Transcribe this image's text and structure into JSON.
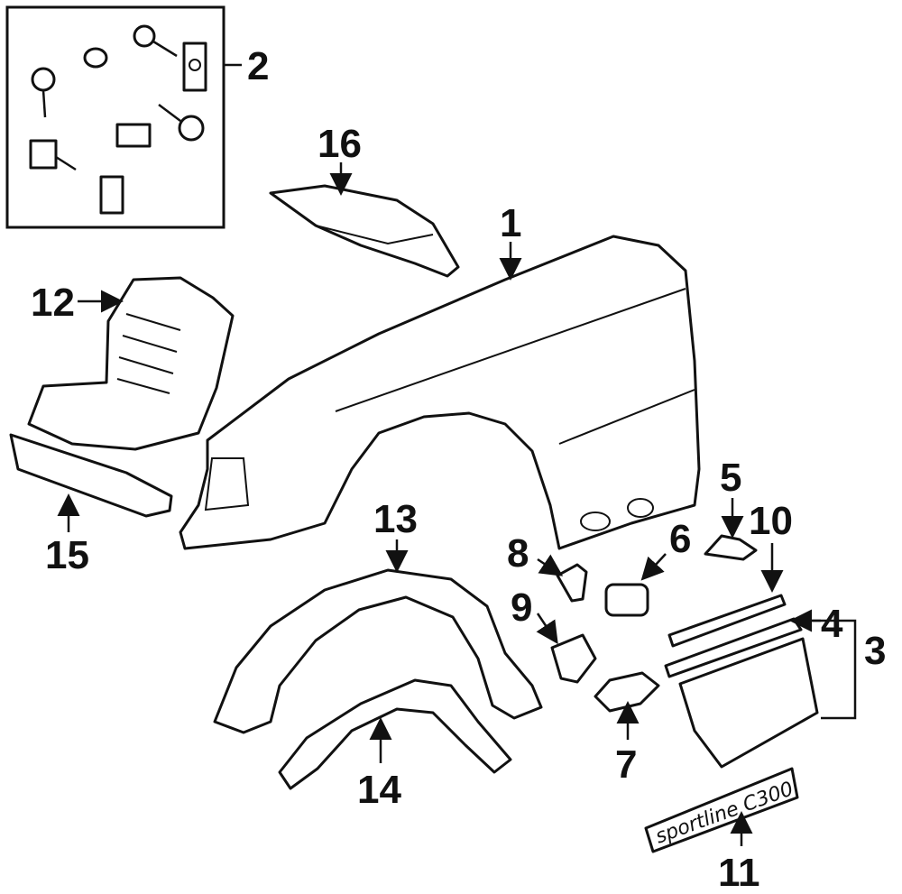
{
  "callouts": {
    "c1": "1",
    "c2": "2",
    "c3": "3",
    "c4": "4",
    "c5": "5",
    "c6": "6",
    "c7": "7",
    "c8": "8",
    "c9": "9",
    "c10": "10",
    "c11": "11",
    "c12": "12",
    "c13": "13",
    "c14": "14",
    "c15": "15",
    "c16": "16"
  },
  "emblem_text": "sportline C300"
}
